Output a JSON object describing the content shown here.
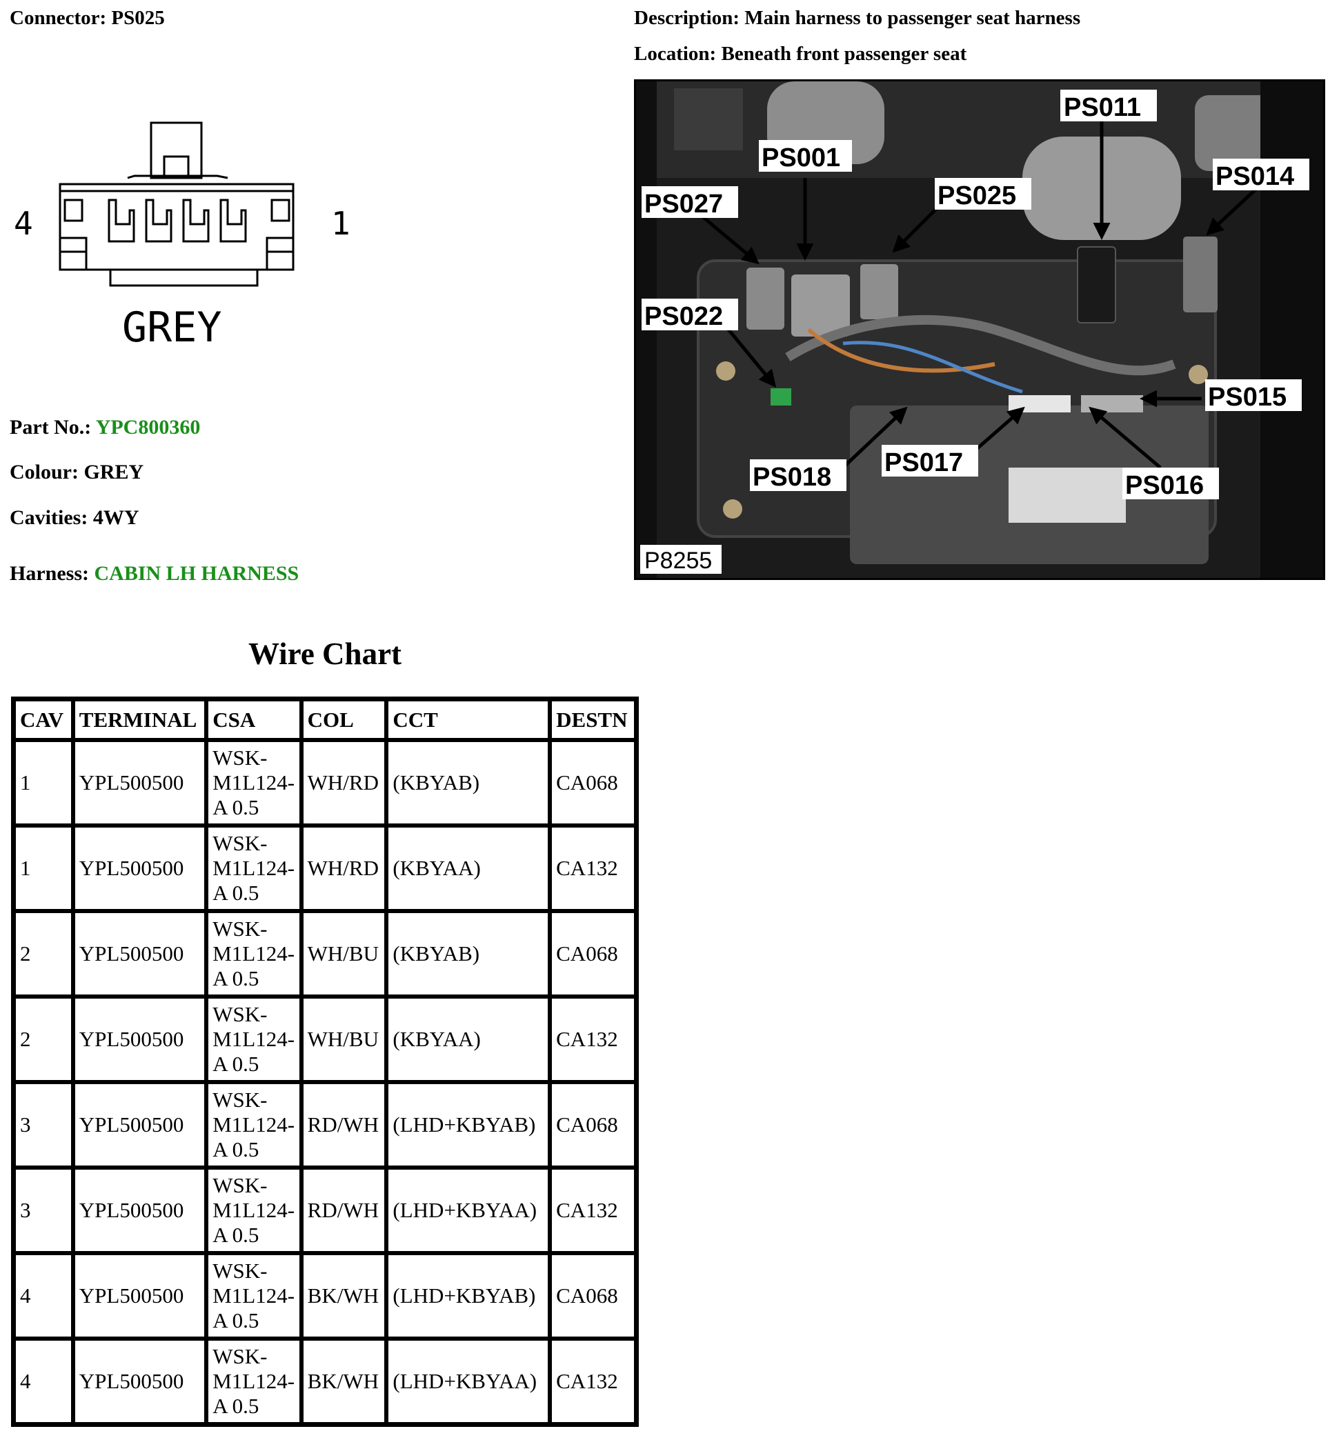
{
  "header": {
    "connector_label": "Connector:",
    "connector_value": "PS025",
    "description_label": "Description:",
    "description_value": "Main harness to passenger seat harness",
    "location_label": "Location:",
    "location_value": "Beneath front passenger seat"
  },
  "diagram": {
    "left_pin": "4",
    "right_pin": "1",
    "colour_caption": "GREY"
  },
  "details": {
    "part_no_label": "Part No.:",
    "part_no_value": "YPC800360",
    "colour_label": "Colour:",
    "colour_value": "GREY",
    "cavities_label": "Cavities:",
    "cavities_value": "4WY",
    "harness_label": "Harness:",
    "harness_value": "CABIN LH HARNESS",
    "link_color": "#1a8f1a"
  },
  "photo": {
    "ref": "P8255",
    "callouts": [
      "PS011",
      "PS001",
      "PS014",
      "PS025",
      "PS027",
      "PS022",
      "PS015",
      "PS017",
      "PS018",
      "PS016"
    ]
  },
  "wire_chart": {
    "title": "Wire Chart",
    "headers": [
      "CAV",
      "TERMINAL",
      "CSA",
      "COL",
      "CCT",
      "DESTN"
    ],
    "rows": [
      {
        "cav": "1",
        "terminal": "YPL500500",
        "csa": [
          "WSK-",
          "M1L124-",
          "A 0.5"
        ],
        "col": "WH/RD",
        "cct": "(KBYAB)",
        "destn": "CA068"
      },
      {
        "cav": "1",
        "terminal": "YPL500500",
        "csa": [
          "WSK-",
          "M1L124-",
          "A 0.5"
        ],
        "col": "WH/RD",
        "cct": "(KBYAA)",
        "destn": "CA132"
      },
      {
        "cav": "2",
        "terminal": "YPL500500",
        "csa": [
          "WSK-",
          "M1L124-",
          "A 0.5"
        ],
        "col": "WH/BU",
        "cct": "(KBYAB)",
        "destn": "CA068"
      },
      {
        "cav": "2",
        "terminal": "YPL500500",
        "csa": [
          "WSK-",
          "M1L124-",
          "A 0.5"
        ],
        "col": "WH/BU",
        "cct": "(KBYAA)",
        "destn": "CA132"
      },
      {
        "cav": "3",
        "terminal": "YPL500500",
        "csa": [
          "WSK-",
          "M1L124-",
          "A 0.5"
        ],
        "col": "RD/WH",
        "cct": "(LHD+KBYAB)",
        "destn": "CA068"
      },
      {
        "cav": "3",
        "terminal": "YPL500500",
        "csa": [
          "WSK-",
          "M1L124-",
          "A 0.5"
        ],
        "col": "RD/WH",
        "cct": "(LHD+KBYAA)",
        "destn": "CA132"
      },
      {
        "cav": "4",
        "terminal": "YPL500500",
        "csa": [
          "WSK-",
          "M1L124-",
          "A 0.5"
        ],
        "col": "BK/WH",
        "cct": "(LHD+KBYAB)",
        "destn": "CA068"
      },
      {
        "cav": "4",
        "terminal": "YPL500500",
        "csa": [
          "WSK-",
          "M1L124-",
          "A 0.5"
        ],
        "col": "BK/WH",
        "cct": "(LHD+KBYAA)",
        "destn": "CA132"
      }
    ]
  }
}
